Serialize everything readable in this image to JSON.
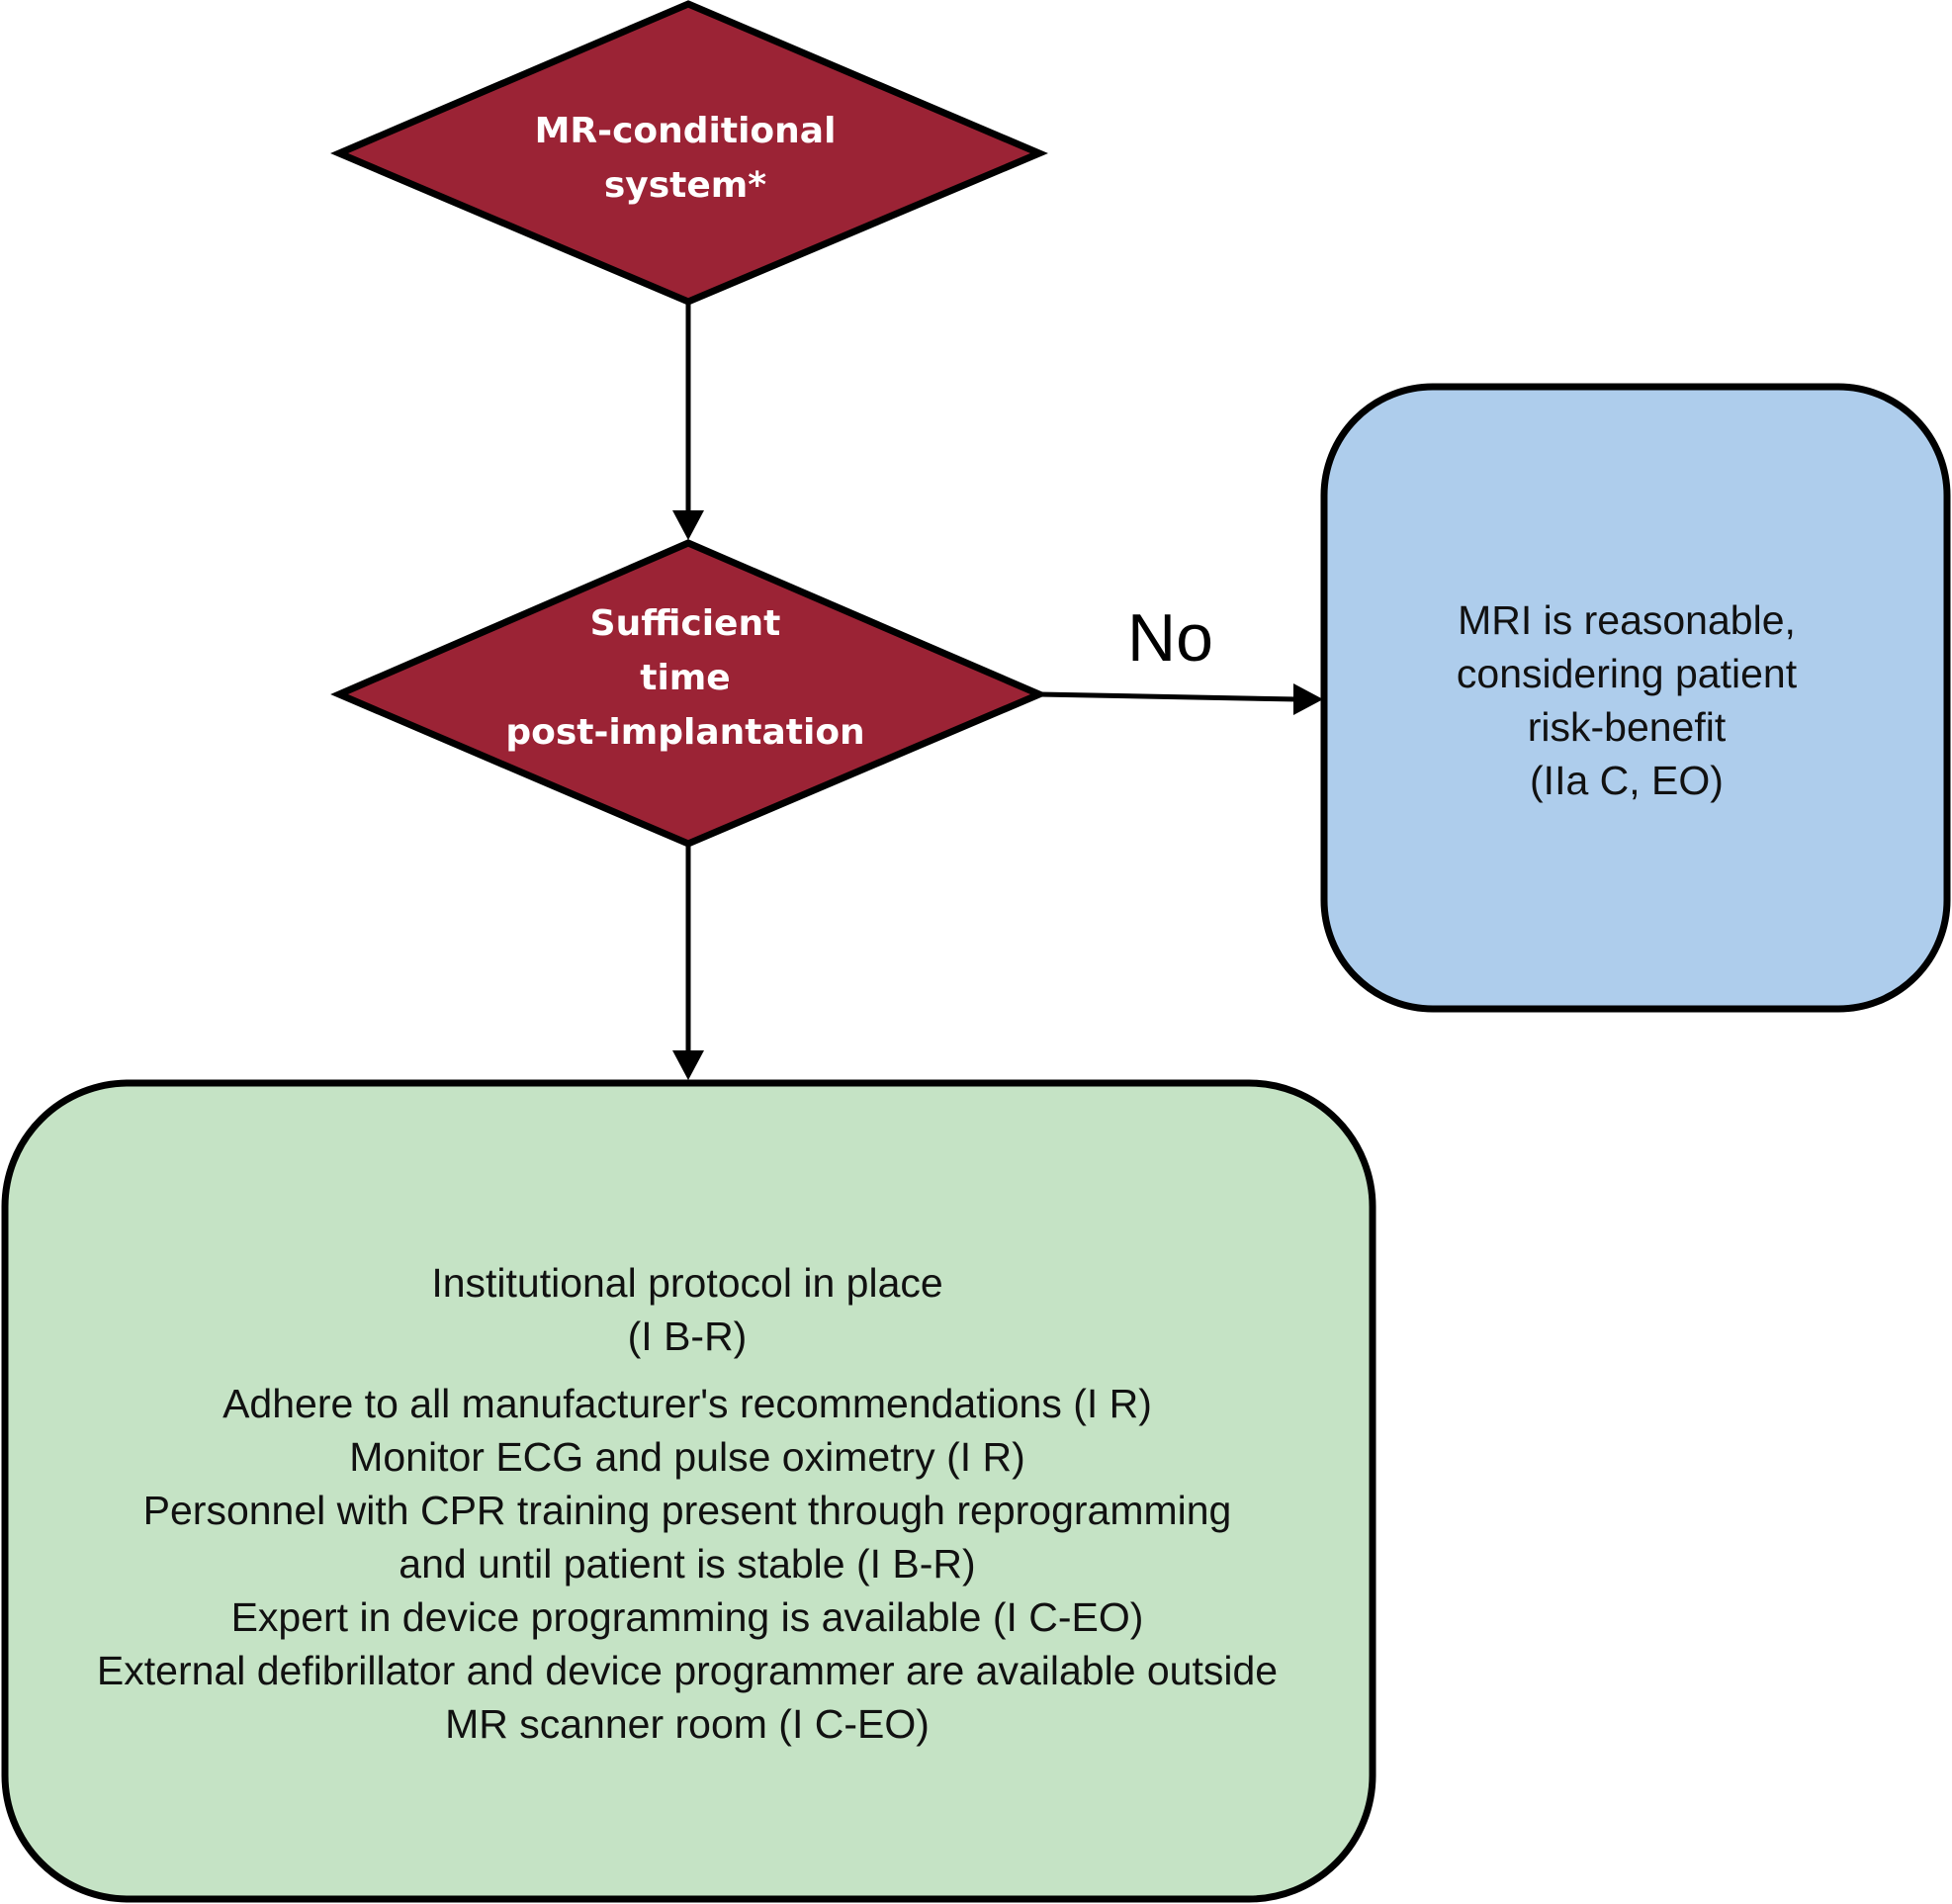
{
  "diagram": {
    "nodes": {
      "decision_mr_conditional": {
        "lines": [
          "MR-conditional",
          "system*"
        ],
        "fill": "#9b2335"
      },
      "decision_sufficient_time": {
        "lines": [
          "Sufficient",
          "time",
          "post-implantation"
        ],
        "fill": "#9b2335"
      },
      "outcome_reasonable": {
        "lines": [
          "MRI is reasonable,",
          "considering patient",
          "risk-benefit",
          "(IIa C, EO)"
        ],
        "fill": "#aecdec"
      },
      "outcome_protocol": {
        "heading_lines": [
          "Institutional protocol in place",
          "(I B-R)"
        ],
        "lines": [
          "Adhere to all manufacturer's recommendations (I R)",
          "Monitor ECG and pulse oximetry (I R)",
          "Personnel with CPR training present through reprogramming",
          "and until patient is stable (I B-R)",
          "Expert in device programming is available (I C-EO)",
          "External defibrillator and device programmer are available outside",
          "MR scanner room (I C-EO)"
        ],
        "fill": "#c5e3c5"
      }
    },
    "edges": {
      "no_label": "No"
    }
  }
}
